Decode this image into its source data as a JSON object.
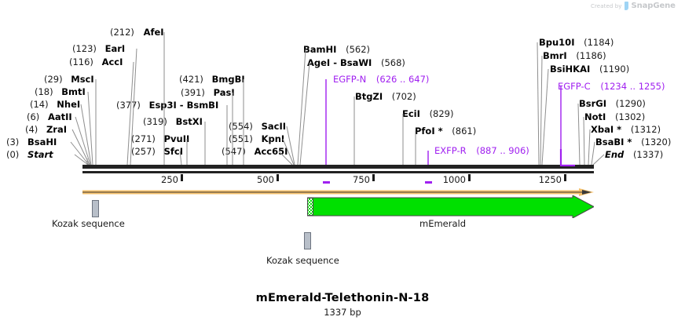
{
  "credit": {
    "created_by": "Created by",
    "brand": "SnapGene",
    "icon": "snapgene-flag-icon"
  },
  "plasmid": {
    "title": "mEmerald-Telethonin-N-18",
    "size": "1337 bp",
    "length_bp": 1337
  },
  "ruler": {
    "ticks": [
      {
        "label": "250",
        "value": 250
      },
      {
        "label": "500",
        "value": 500
      },
      {
        "label": "750",
        "value": 750
      },
      {
        "label": "1000",
        "value": 1000
      },
      {
        "label": "1250",
        "value": 1250
      }
    ]
  },
  "colors": {
    "backbone": "#222222",
    "feature_purple": "#a020f0",
    "orf_orange": "#f5c06a",
    "gene_green": "#00e000",
    "kozak_gray": "#b8bfc9",
    "leader_gray": "#8e8e8e"
  },
  "sites_left": [
    {
      "pos": "(212)",
      "name": "AfeI",
      "type": "enzyme",
      "bp": 212
    },
    {
      "pos": "(123)",
      "name": "EarI",
      "type": "enzyme",
      "bp": 123
    },
    {
      "pos": "(116)",
      "name": "AccI",
      "type": "enzyme",
      "bp": 116
    },
    {
      "pos": "(29)",
      "name": "MscI",
      "type": "enzyme",
      "bp": 29
    },
    {
      "pos": "(18)",
      "name": "BmtI",
      "type": "enzyme",
      "bp": 18
    },
    {
      "pos": "(14)",
      "name": "NheI",
      "type": "enzyme",
      "bp": 14
    },
    {
      "pos": "(6)",
      "name": "AatII",
      "type": "enzyme",
      "bp": 6
    },
    {
      "pos": "(4)",
      "name": "ZraI",
      "type": "enzyme",
      "bp": 4
    },
    {
      "pos": "(3)",
      "name": "BsaHI",
      "type": "enzyme",
      "bp": 3
    },
    {
      "pos": "(0)",
      "name": "Start",
      "type": "marker",
      "bp": 0
    }
  ],
  "sites_mid": [
    {
      "pos": "(421)",
      "name": "BmgBI",
      "type": "enzyme",
      "bp": 421
    },
    {
      "pos": "(391)",
      "name": "PasI",
      "type": "enzyme",
      "bp": 391
    },
    {
      "pos": "(377)",
      "name": "Esp3I - BsmBI",
      "type": "enzyme",
      "bp": 377
    },
    {
      "pos": "(319)",
      "name": "BstXI",
      "type": "enzyme",
      "bp": 319
    },
    {
      "pos": "(271)",
      "name": "PvuII",
      "type": "enzyme",
      "bp": 271
    },
    {
      "pos": "(257)",
      "name": "SfcI",
      "type": "enzyme",
      "bp": 257
    },
    {
      "pos": "(554)",
      "name": "SacII",
      "type": "enzyme",
      "bp": 554
    },
    {
      "pos": "(551)",
      "name": "KpnI",
      "type": "enzyme",
      "bp": 551
    },
    {
      "pos": "(547)",
      "name": "Acc65I",
      "type": "enzyme",
      "bp": 547
    }
  ],
  "sites_right_mid": [
    {
      "pos": "(562)",
      "name": "BamHI",
      "type": "enzyme",
      "bp": 562
    },
    {
      "pos": "(568)",
      "name": "AgeI - BsaWI",
      "type": "enzyme",
      "bp": 568
    },
    {
      "pos": "(626 .. 647)",
      "name": "EGFP-N",
      "type": "feature",
      "bp": 626
    },
    {
      "pos": "(702)",
      "name": "BtgZI",
      "type": "enzyme",
      "bp": 702
    },
    {
      "pos": "(829)",
      "name": "EciI",
      "type": "enzyme",
      "bp": 829
    },
    {
      "pos": "(861)",
      "name": "PfoI *",
      "type": "enzyme",
      "bp": 861
    },
    {
      "pos": "(887 .. 906)",
      "name": "EXFP-R",
      "type": "feature",
      "bp": 887
    }
  ],
  "sites_right": [
    {
      "pos": "(1184)",
      "name": "Bpu10I",
      "type": "enzyme",
      "bp": 1184
    },
    {
      "pos": "(1186)",
      "name": "BmrI",
      "type": "enzyme",
      "bp": 1186
    },
    {
      "pos": "(1190)",
      "name": "BsiHKAI",
      "type": "enzyme",
      "bp": 1190
    },
    {
      "pos": "(1234 .. 1255)",
      "name": "EGFP-C",
      "type": "feature",
      "bp": 1234
    },
    {
      "pos": "(1290)",
      "name": "BsrGI",
      "type": "enzyme",
      "bp": 1290
    },
    {
      "pos": "(1302)",
      "name": "NotI",
      "type": "enzyme",
      "bp": 1302
    },
    {
      "pos": "(1312)",
      "name": "XbaI *",
      "type": "enzyme",
      "bp": 1312
    },
    {
      "pos": "(1320)",
      "name": "BsaBI *",
      "type": "enzyme",
      "bp": 1320
    },
    {
      "pos": "(1337)",
      "name": "End",
      "type": "marker",
      "bp": 1337
    }
  ],
  "features": {
    "kozak_top": {
      "label": "Kozak sequence"
    },
    "kozak_bottom": {
      "label": "Kozak sequence"
    },
    "gene": {
      "label": "mEmerald"
    }
  }
}
